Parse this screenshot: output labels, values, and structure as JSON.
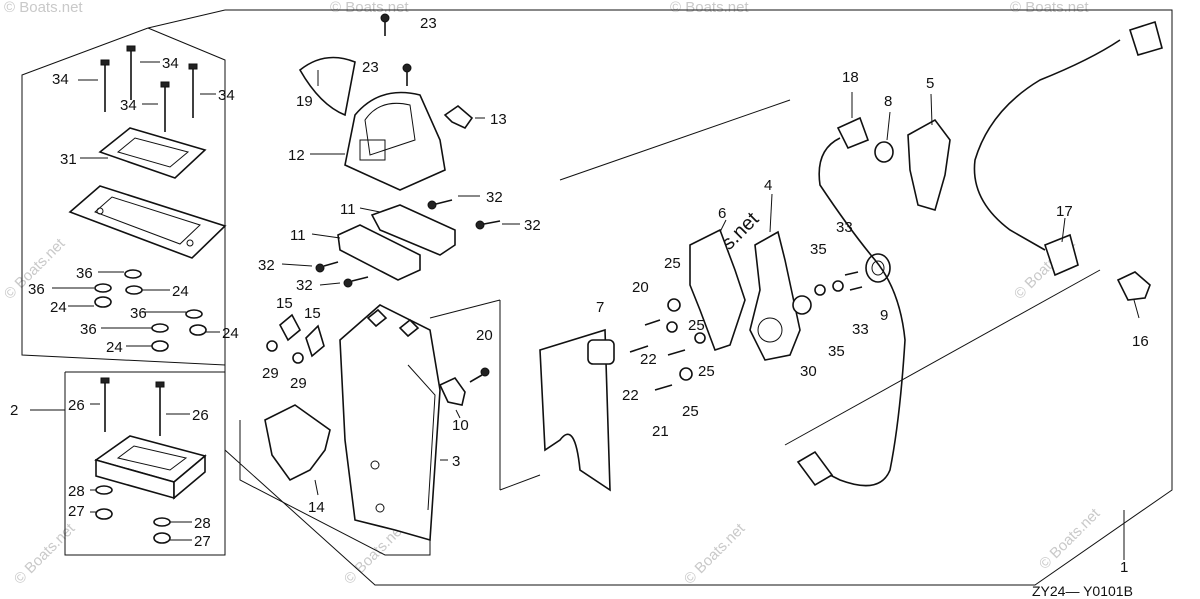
{
  "diagram_code": "ZY24— Y0101B",
  "watermark": "© Boats.net",
  "watermark_center": "Boats.net",
  "callouts": {
    "c1": "1",
    "c2": "2",
    "c3": "3",
    "c4": "4",
    "c5": "5",
    "c6": "6",
    "c7": "7",
    "c8": "8",
    "c9": "9",
    "c10": "10",
    "c11a": "11",
    "c11b": "11",
    "c12": "12",
    "c13": "13",
    "c14": "14",
    "c15a": "15",
    "c15b": "15",
    "c16": "16",
    "c17": "17",
    "c18": "18",
    "c19": "19",
    "c20a": "20",
    "c20b": "20",
    "c21": "21",
    "c22a": "22",
    "c22b": "22",
    "c23a": "23",
    "c23b": "23",
    "c24a": "24",
    "c24b": "24",
    "c24c": "24",
    "c24d": "24",
    "c25a": "25",
    "c25b": "25",
    "c25c": "25",
    "c25d": "25",
    "c26a": "26",
    "c26b": "26",
    "c27a": "27",
    "c27b": "27",
    "c28a": "28",
    "c28b": "28",
    "c29a": "29",
    "c29b": "29",
    "c30": "30",
    "c31": "31",
    "c32a": "32",
    "c32b": "32",
    "c32c": "32",
    "c32d": "32",
    "c33a": "33",
    "c33b": "33",
    "c34a": "34",
    "c34b": "34",
    "c34c": "34",
    "c34d": "34",
    "c35a": "35",
    "c35b": "35",
    "c36a": "36",
    "c36b": "36",
    "c36c": "36",
    "c36d": "36"
  }
}
